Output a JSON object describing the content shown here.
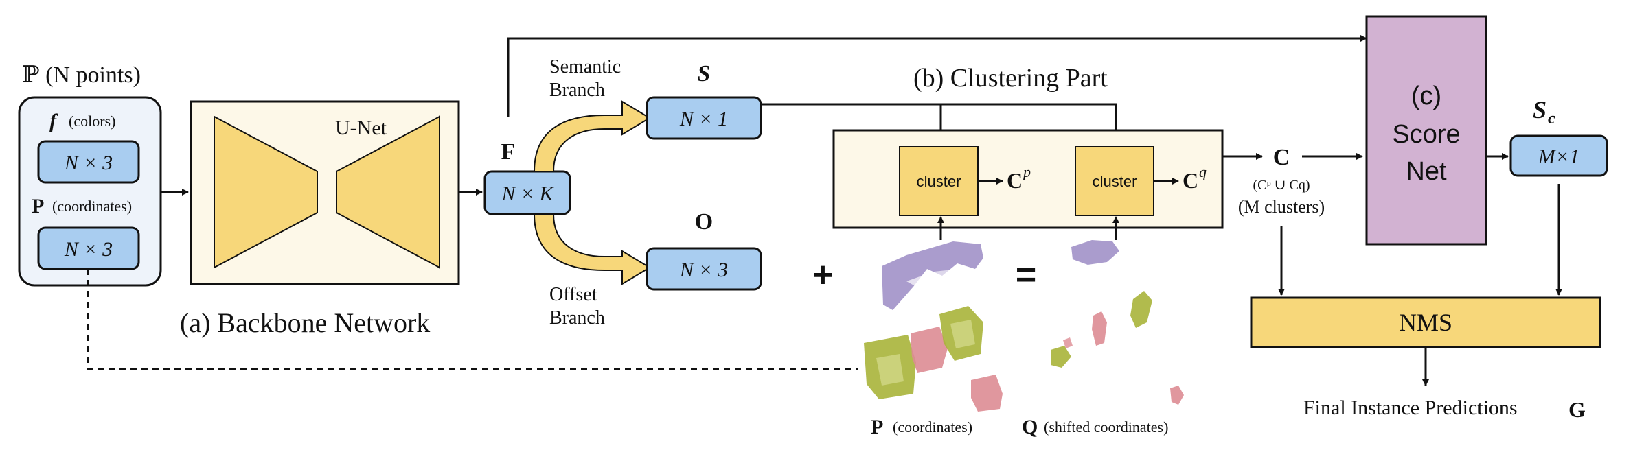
{
  "input": {
    "title": "ℙ (N points)",
    "f_symbol": "f",
    "f_desc": "(colors)",
    "f_dim": "N × 3",
    "p_symbol": "P",
    "p_desc": "(coordinates)",
    "p_dim": "N × 3"
  },
  "backbone": {
    "unet_label": "U-Net",
    "caption": "(a) Backbone Network",
    "feature_symbol": "F",
    "feature_dim": "N × K"
  },
  "branches": {
    "semantic_label_line1": "Semantic",
    "semantic_label_line2": "Branch",
    "semantic_symbol": "S",
    "semantic_dim": "N × 1",
    "offset_label_line1": "Offset",
    "offset_label_line2": "Branch",
    "offset_symbol": "O",
    "offset_dim": "N × 3"
  },
  "clustering": {
    "title": "(b) Clustering Part",
    "cluster1_label": "cluster",
    "cluster1_out_base": "C",
    "cluster1_out_sup": "p",
    "cluster2_label": "cluster",
    "cluster2_out_base": "C",
    "cluster2_out_sup": "q",
    "union_symbol": "C",
    "union_desc": "(Cᵖ ∪ Cq)",
    "union_count": "(M clusters)"
  },
  "pointclouds": {
    "plus": "+",
    "equals": "=",
    "p_symbol": "P",
    "p_desc": "(coordinates)",
    "q_symbol": "Q",
    "q_desc": "(shifted coordinates)"
  },
  "scorenet": {
    "label_line1": "(c)",
    "label_line2": "Score",
    "label_line3": "Net",
    "score_symbol": "S",
    "score_sub": "c",
    "score_dim": "M×1"
  },
  "nms": {
    "label": "NMS",
    "final_label": "Final Instance Predictions",
    "final_symbol": "G"
  },
  "colors": {
    "blue_box": "#a9cdf0",
    "yellow": "#f7d77a",
    "cream": "#fdf8e8",
    "purple": "#d2b2d2",
    "input_bg": "#eef3fa",
    "pc_purple": "#9b8bc4",
    "pc_olive": "#a9b43a",
    "pc_pink": "#dd8c94"
  }
}
